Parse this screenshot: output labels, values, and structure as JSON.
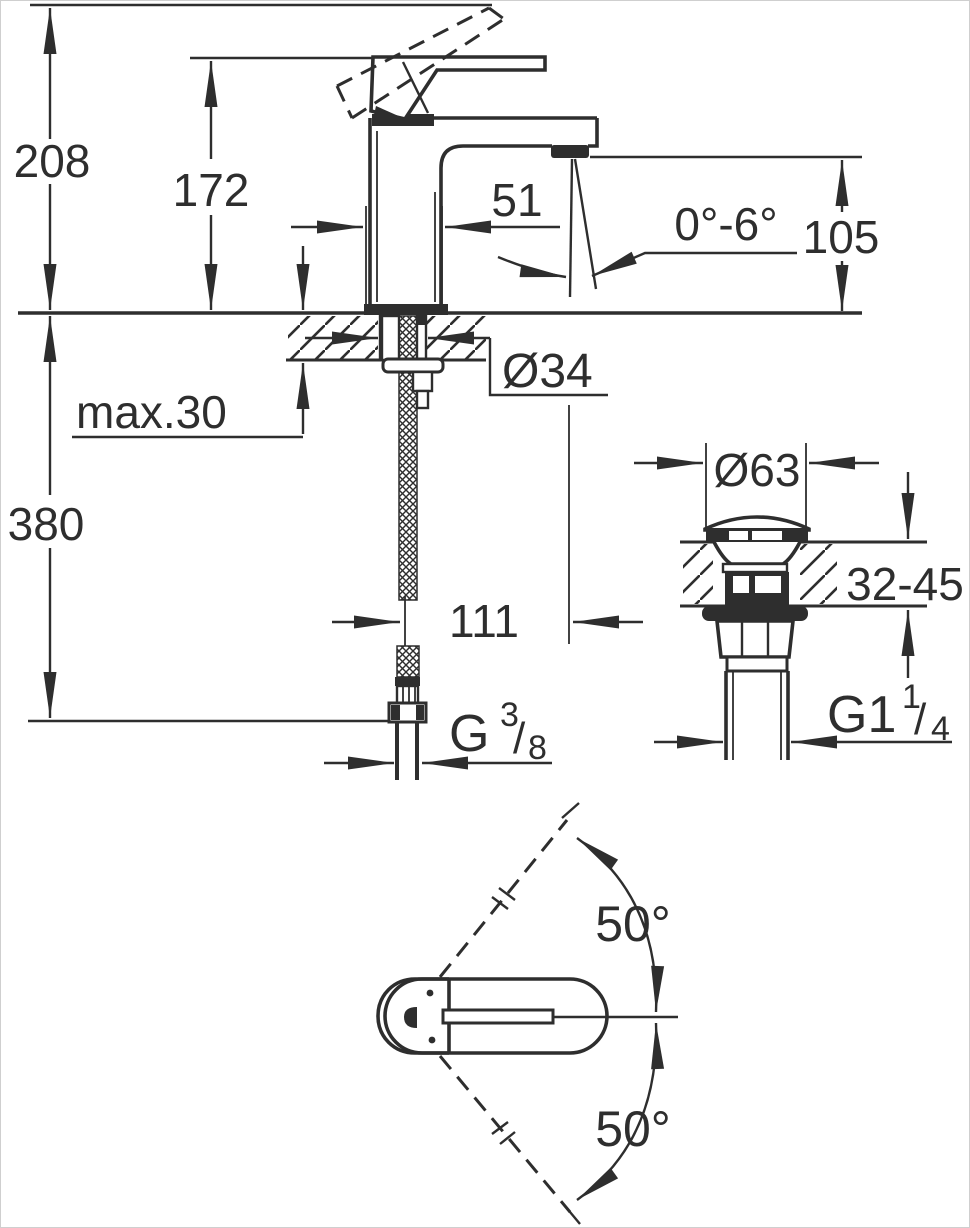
{
  "colors": {
    "line": "#2e2e2e",
    "background": "#ffffff"
  },
  "labels": {
    "overall_height": "208",
    "height_to_spout_top": "172",
    "spout_depth": "51",
    "stream_angle": "0°-6°",
    "spout_outlet_height": "105",
    "max_deck_thickness": "max.30",
    "mounting_hole_diameter": "Ø34",
    "hose_length_below_deck": "380",
    "hose_offset": "111",
    "supply_thread_letter": "G",
    "supply_thread_numerator": "3",
    "supply_thread_slash": "/",
    "supply_thread_denominator": "8",
    "waste_cap_diameter": "Ø63",
    "waste_deck_thickness_range": "32-45",
    "waste_thread_letter": "G1",
    "waste_thread_numerator": "1",
    "waste_thread_slash": "/",
    "waste_thread_denominator": "4",
    "handle_swing_upper": "50°",
    "handle_swing_lower": "50°"
  }
}
